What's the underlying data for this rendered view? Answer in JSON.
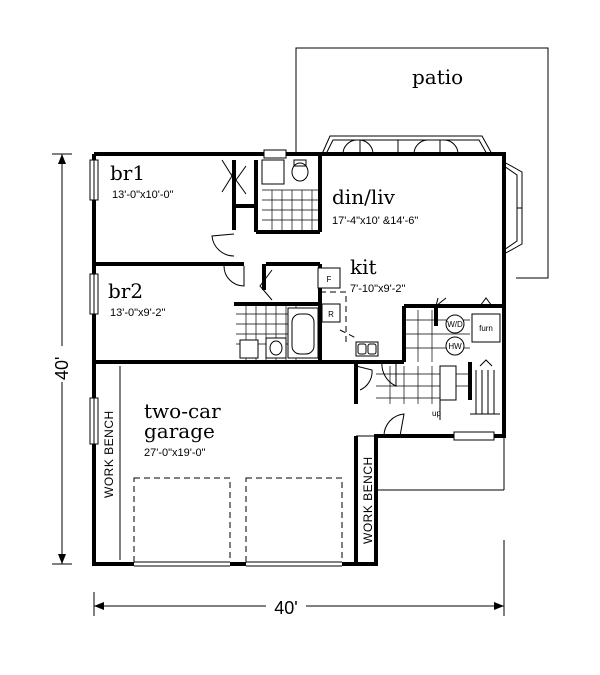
{
  "rooms": {
    "patio": {
      "name": "patio"
    },
    "br1": {
      "name": "br1",
      "dims": "13'-0\"x10'-0\""
    },
    "br2": {
      "name": "br2",
      "dims": "13'-0\"x9'-2\""
    },
    "din_liv": {
      "name": "din/liv",
      "dims": "17'-4\"x10' &14'-6\""
    },
    "kit": {
      "name": "kit",
      "dims": "7'-10\"x9'-2\""
    },
    "garage": {
      "name_line1": "two-car",
      "name_line2": "garage",
      "dims": "27'-0\"x19'-0\""
    }
  },
  "labels": {
    "work_bench_left": "WORK BENCH",
    "work_bench_right": "WORK BENCH",
    "washer_dryer": "W/D",
    "furnace": "furn",
    "water_heater": "HW",
    "fridge": "F",
    "range": "R",
    "stair": "up"
  },
  "dimensions": {
    "width": "40'",
    "depth": "40'"
  }
}
